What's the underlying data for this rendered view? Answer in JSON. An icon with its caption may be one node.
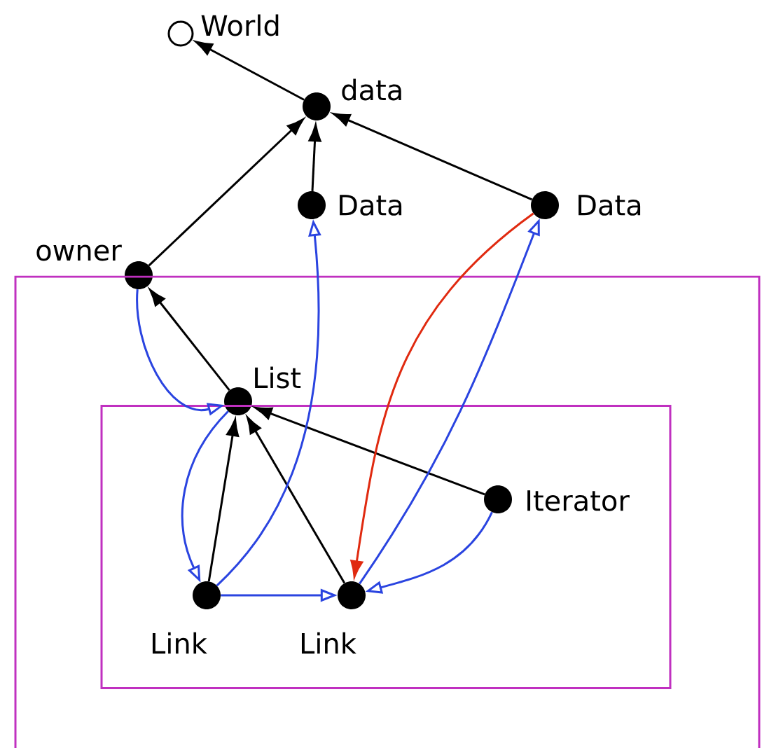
{
  "diagram": {
    "nodes": [
      {
        "text": [],
        "shape": "circle",
        "beside": [
          "World"
        ]
      },
      {
        "text": [],
        "shape": "circle",
        "beside": [
          "data"
        ]
      },
      {
        "text": [],
        "shape": "circle",
        "beside": [
          "Data"
        ]
      },
      {
        "text": [],
        "shape": "circle",
        "beside": [
          "Data"
        ]
      },
      {
        "text": [],
        "shape": "circle",
        "beside": [
          "owner"
        ]
      },
      {
        "text": [],
        "shape": "box"
      },
      {
        "text": [],
        "shape": "circle",
        "beside": [
          "List"
        ],
        "in": 5
      },
      {
        "text": [],
        "shape": "box",
        "in": 5
      },
      {
        "text": [],
        "shape": "circle",
        "beside": [
          "Iterator"
        ],
        "in": 7
      },
      {
        "text": [],
        "shape": "circle",
        "beside": [
          "Link"
        ],
        "in": 7
      },
      {
        "text": [],
        "shape": "circle",
        "beside": [
          "Link"
        ],
        "in": 7
      }
    ],
    "edges": [
      {
        "from": 1,
        "to": 0,
        "arrow": "to"
      },
      {
        "from": 4,
        "to": 1,
        "arrow": "to"
      },
      {
        "from": 2,
        "to": 1,
        "arrow": "to"
      },
      {
        "from": 3,
        "to": 1,
        "arrow": "to"
      },
      {
        "from": 6,
        "to": 4,
        "arrow": "to"
      },
      {
        "from": 4,
        "to": 6,
        "arrow": "to",
        "color": "#2a44e0"
      },
      {
        "from": 6,
        "to": 9,
        "arrow": "to",
        "color": "#2a44e0"
      },
      {
        "from": 9,
        "to": 6,
        "arrow": "to"
      },
      {
        "from": 10,
        "to": 6,
        "arrow": "to"
      },
      {
        "from": 8,
        "to": 6,
        "arrow": "to"
      },
      {
        "from": 9,
        "to": 2,
        "arrow": "to",
        "color": "#2a44e0"
      },
      {
        "from": 9,
        "to": 10,
        "arrow": "to",
        "color": "#2a44e0"
      },
      {
        "from": 10,
        "to": 3,
        "arrow": "to",
        "color": "#2a44e0"
      },
      {
        "from": 3,
        "to": 10,
        "arrow": "to",
        "color": "#e02a10"
      },
      {
        "from": 8,
        "to": 10,
        "arrow": "to",
        "color": "#2a44e0"
      }
    ]
  }
}
